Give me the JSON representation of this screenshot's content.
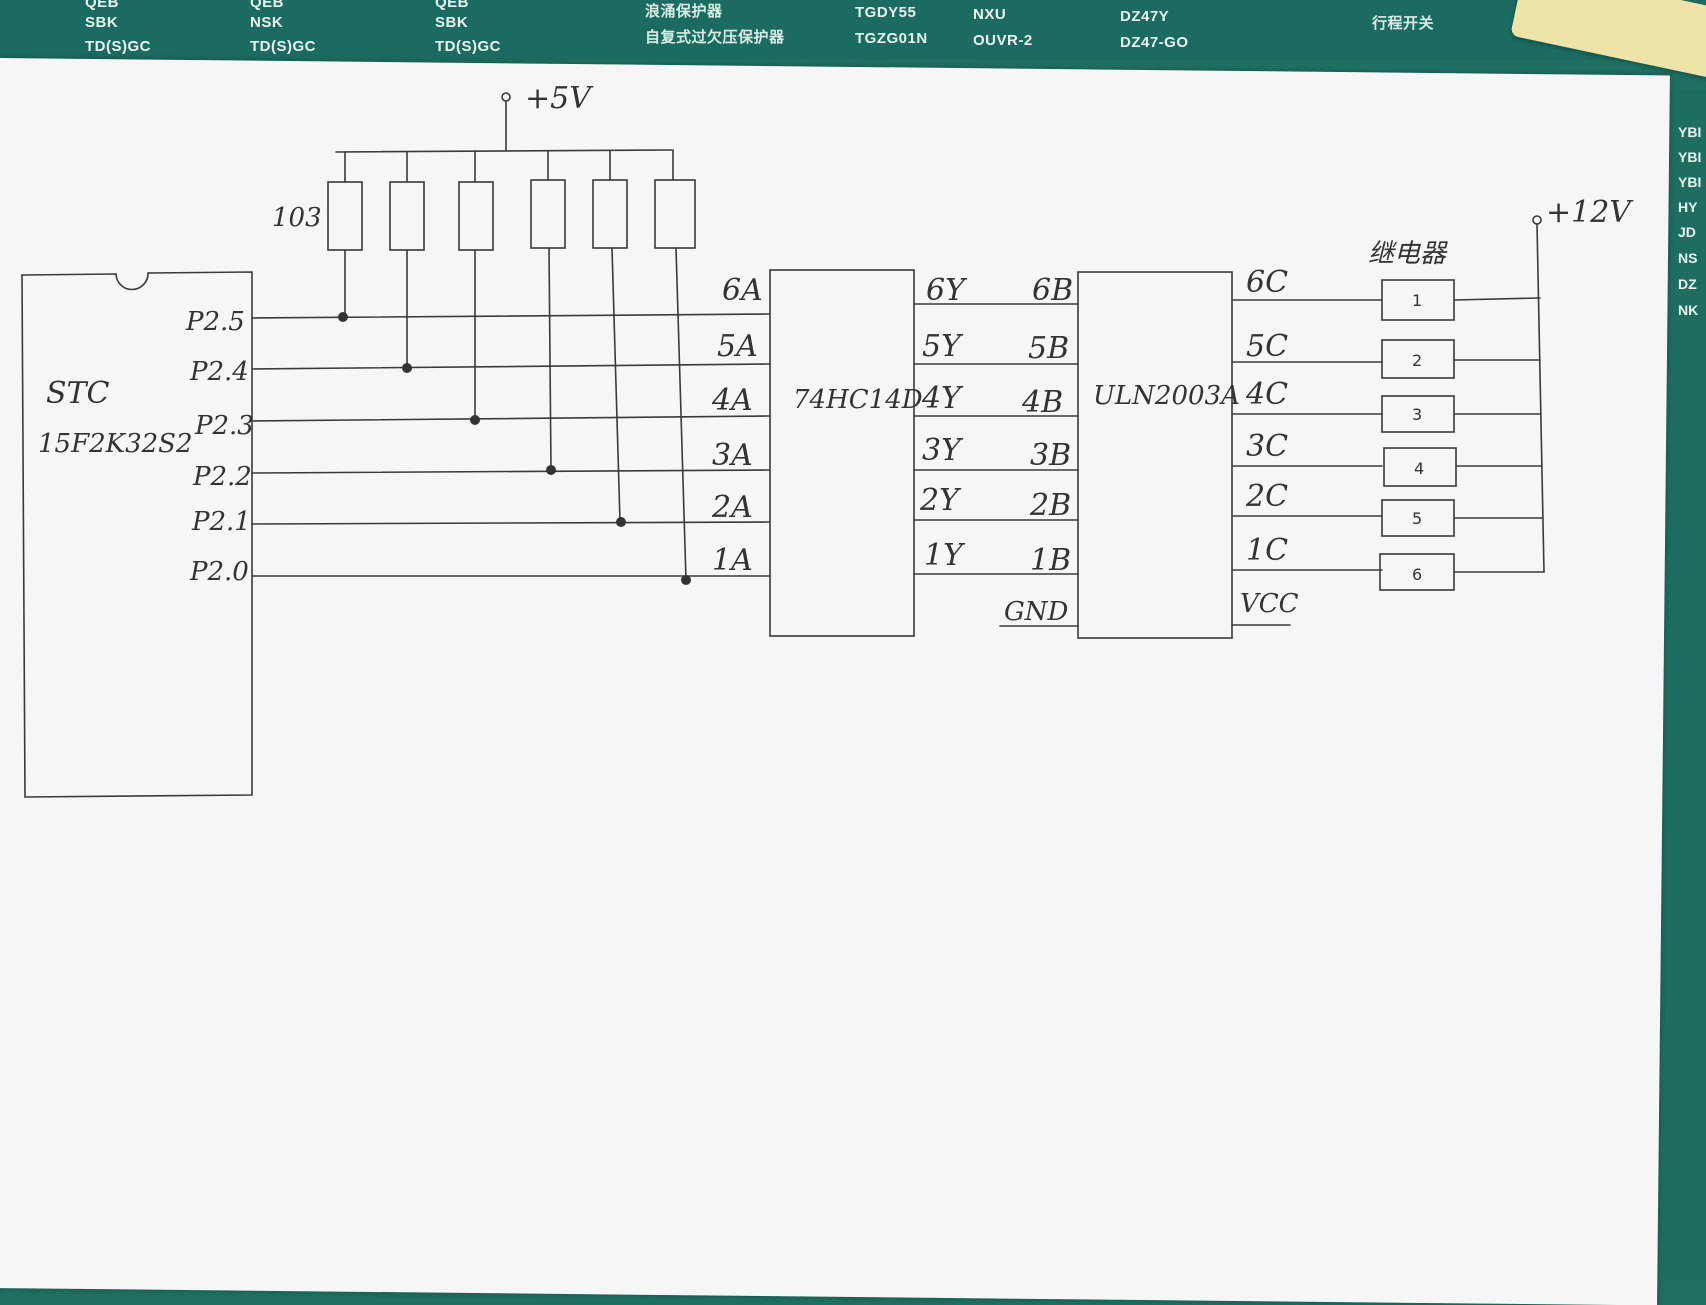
{
  "background": {
    "banner_texts": [
      "QEB",
      "SBK",
      "TD(S)GC",
      "QEB",
      "NSK",
      "TD(S)GC",
      "QEB",
      "SBK",
      "TD(S)GC",
      "浪涌保护器",
      "自复式过欠压保护器",
      "TGDY55",
      "TGZG01N",
      "NXU",
      "OUVR-2",
      "DZ47Y",
      "DZ47-GO",
      "行程开关"
    ],
    "side_texts": [
      "YBI",
      "YBI",
      "YBI",
      "HY",
      "JD",
      "NS",
      "DZ",
      "NK"
    ],
    "colors": {
      "panel": "#1f6f63",
      "paper": "#f6f6f6",
      "ink": "#3a3a3a",
      "tape": "#efe4a8"
    }
  },
  "schematic": {
    "supply_5v": "+5V",
    "supply_12v": "+12V",
    "resistor_value": "103",
    "mcu": {
      "line1": "STC",
      "line2": "15F2K32S2",
      "pins": [
        "P2.5",
        "P2.4",
        "P2.3",
        "P2.2",
        "P2.1",
        "P2.0"
      ]
    },
    "inverter": {
      "name": "74HC14D",
      "inputs": [
        "6A",
        "5A",
        "4A",
        "3A",
        "2A",
        "1A"
      ],
      "outputs": [
        "6Y",
        "5Y",
        "4Y",
        "3Y",
        "2Y",
        "1Y"
      ]
    },
    "driver": {
      "name": "ULN2003A",
      "inputs": [
        "6B",
        "5B",
        "4B",
        "3B",
        "2B",
        "1B"
      ],
      "gnd": "GND",
      "outputs": [
        "6C",
        "5C",
        "4C",
        "3C",
        "2C",
        "1C"
      ],
      "vcc": "VCC"
    },
    "relay_title": "继电器",
    "relays": [
      "1",
      "2",
      "3",
      "4",
      "5",
      "6"
    ]
  }
}
